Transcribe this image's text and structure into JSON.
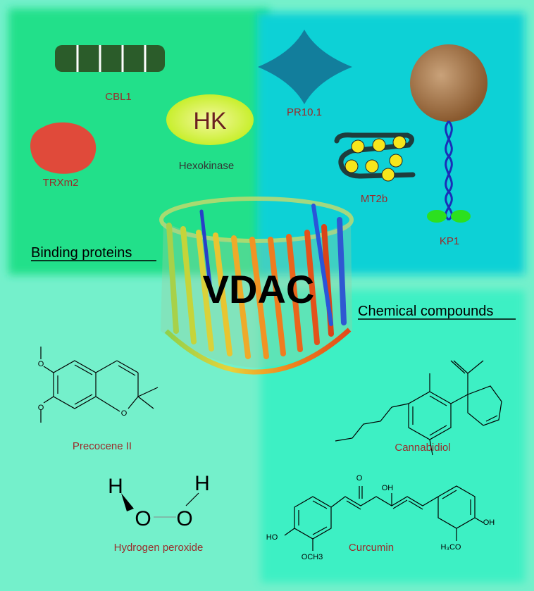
{
  "title": "VDAC",
  "sections": {
    "binding_proteins": "Binding proteins",
    "chemical_compounds": "Chemical compounds"
  },
  "proteins": {
    "cbl1": "CBL1",
    "hk_symbol": "HK",
    "hexokinase": "Hexokinase",
    "trxm2": "TRXm2",
    "pr101": "PR10.1",
    "mt2b": "MT2b",
    "kp1": "KP1"
  },
  "compounds": {
    "precocene": "Precocene II",
    "cannabidiol": "Cannabidiol",
    "hydrogen_peroxide": "Hydrogen peroxide",
    "curcumin": "Curcumin"
  },
  "atoms": {
    "h": "H",
    "o": "O",
    "ho": "HO",
    "oh": "OH",
    "och3": "OCH3",
    "h3co": "H₃CO"
  },
  "colors": {
    "background": "#74f0cb",
    "green_panel": "#22e08a",
    "cyan_panel": "#0fd1d6",
    "label_red": "#9b2a2a"
  }
}
